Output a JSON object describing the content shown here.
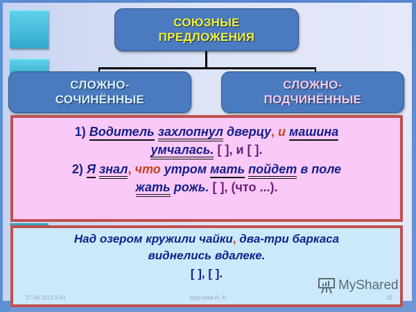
{
  "diagram": {
    "root": "СОЮЗНЫЕ ПРЕДЛОЖЕНИЯ",
    "root_lines": [
      "СОЮЗНЫЕ",
      "ПРЕДЛОЖЕНИЯ"
    ],
    "left_lines": [
      "СЛОЖНО-",
      "СОЧИНЁННЫЕ"
    ],
    "right_lines": [
      "СЛОЖНО-",
      "ПОДЧИНЁННЫЕ"
    ]
  },
  "colors": {
    "root_text": "#f2f23a",
    "left_text": "#d7f1fb",
    "right_text": "#f5cdef",
    "panel_border": "#c0504d",
    "panel1_bg": "#fbc9f7",
    "panel2_bg": "#cbe9fb",
    "text": "#14208a"
  },
  "example1": {
    "num": "1)",
    "w1": "Водитель",
    "w2": "захлопнул",
    "w3": "дверцу",
    "comma": ",",
    "conj": "и",
    "w4": "машина",
    "w5": "умчалась.",
    "schema": "[ ], и [ ]."
  },
  "example2": {
    "num": "2)",
    "w1": "Я",
    "w2": "знал",
    "comma": ",",
    "conj": "что",
    "w3": "утром",
    "w4": "мать",
    "w5": "пойдет",
    "w6": "в поле",
    "w7": "жать",
    "w8": "рожь.",
    "schema": "[ ], (что ...)."
  },
  "example3": {
    "part1": "Над озером кружили чайки",
    "comma": ",",
    "part2": "два-три баркаса",
    "line2": "виднелись вдалеке.",
    "schema": "[ ], [ ]."
  },
  "footer": {
    "date": "27.06.2013 5:41",
    "author": "Круглова И. А.",
    "page": "15"
  },
  "watermark": "MyShared"
}
